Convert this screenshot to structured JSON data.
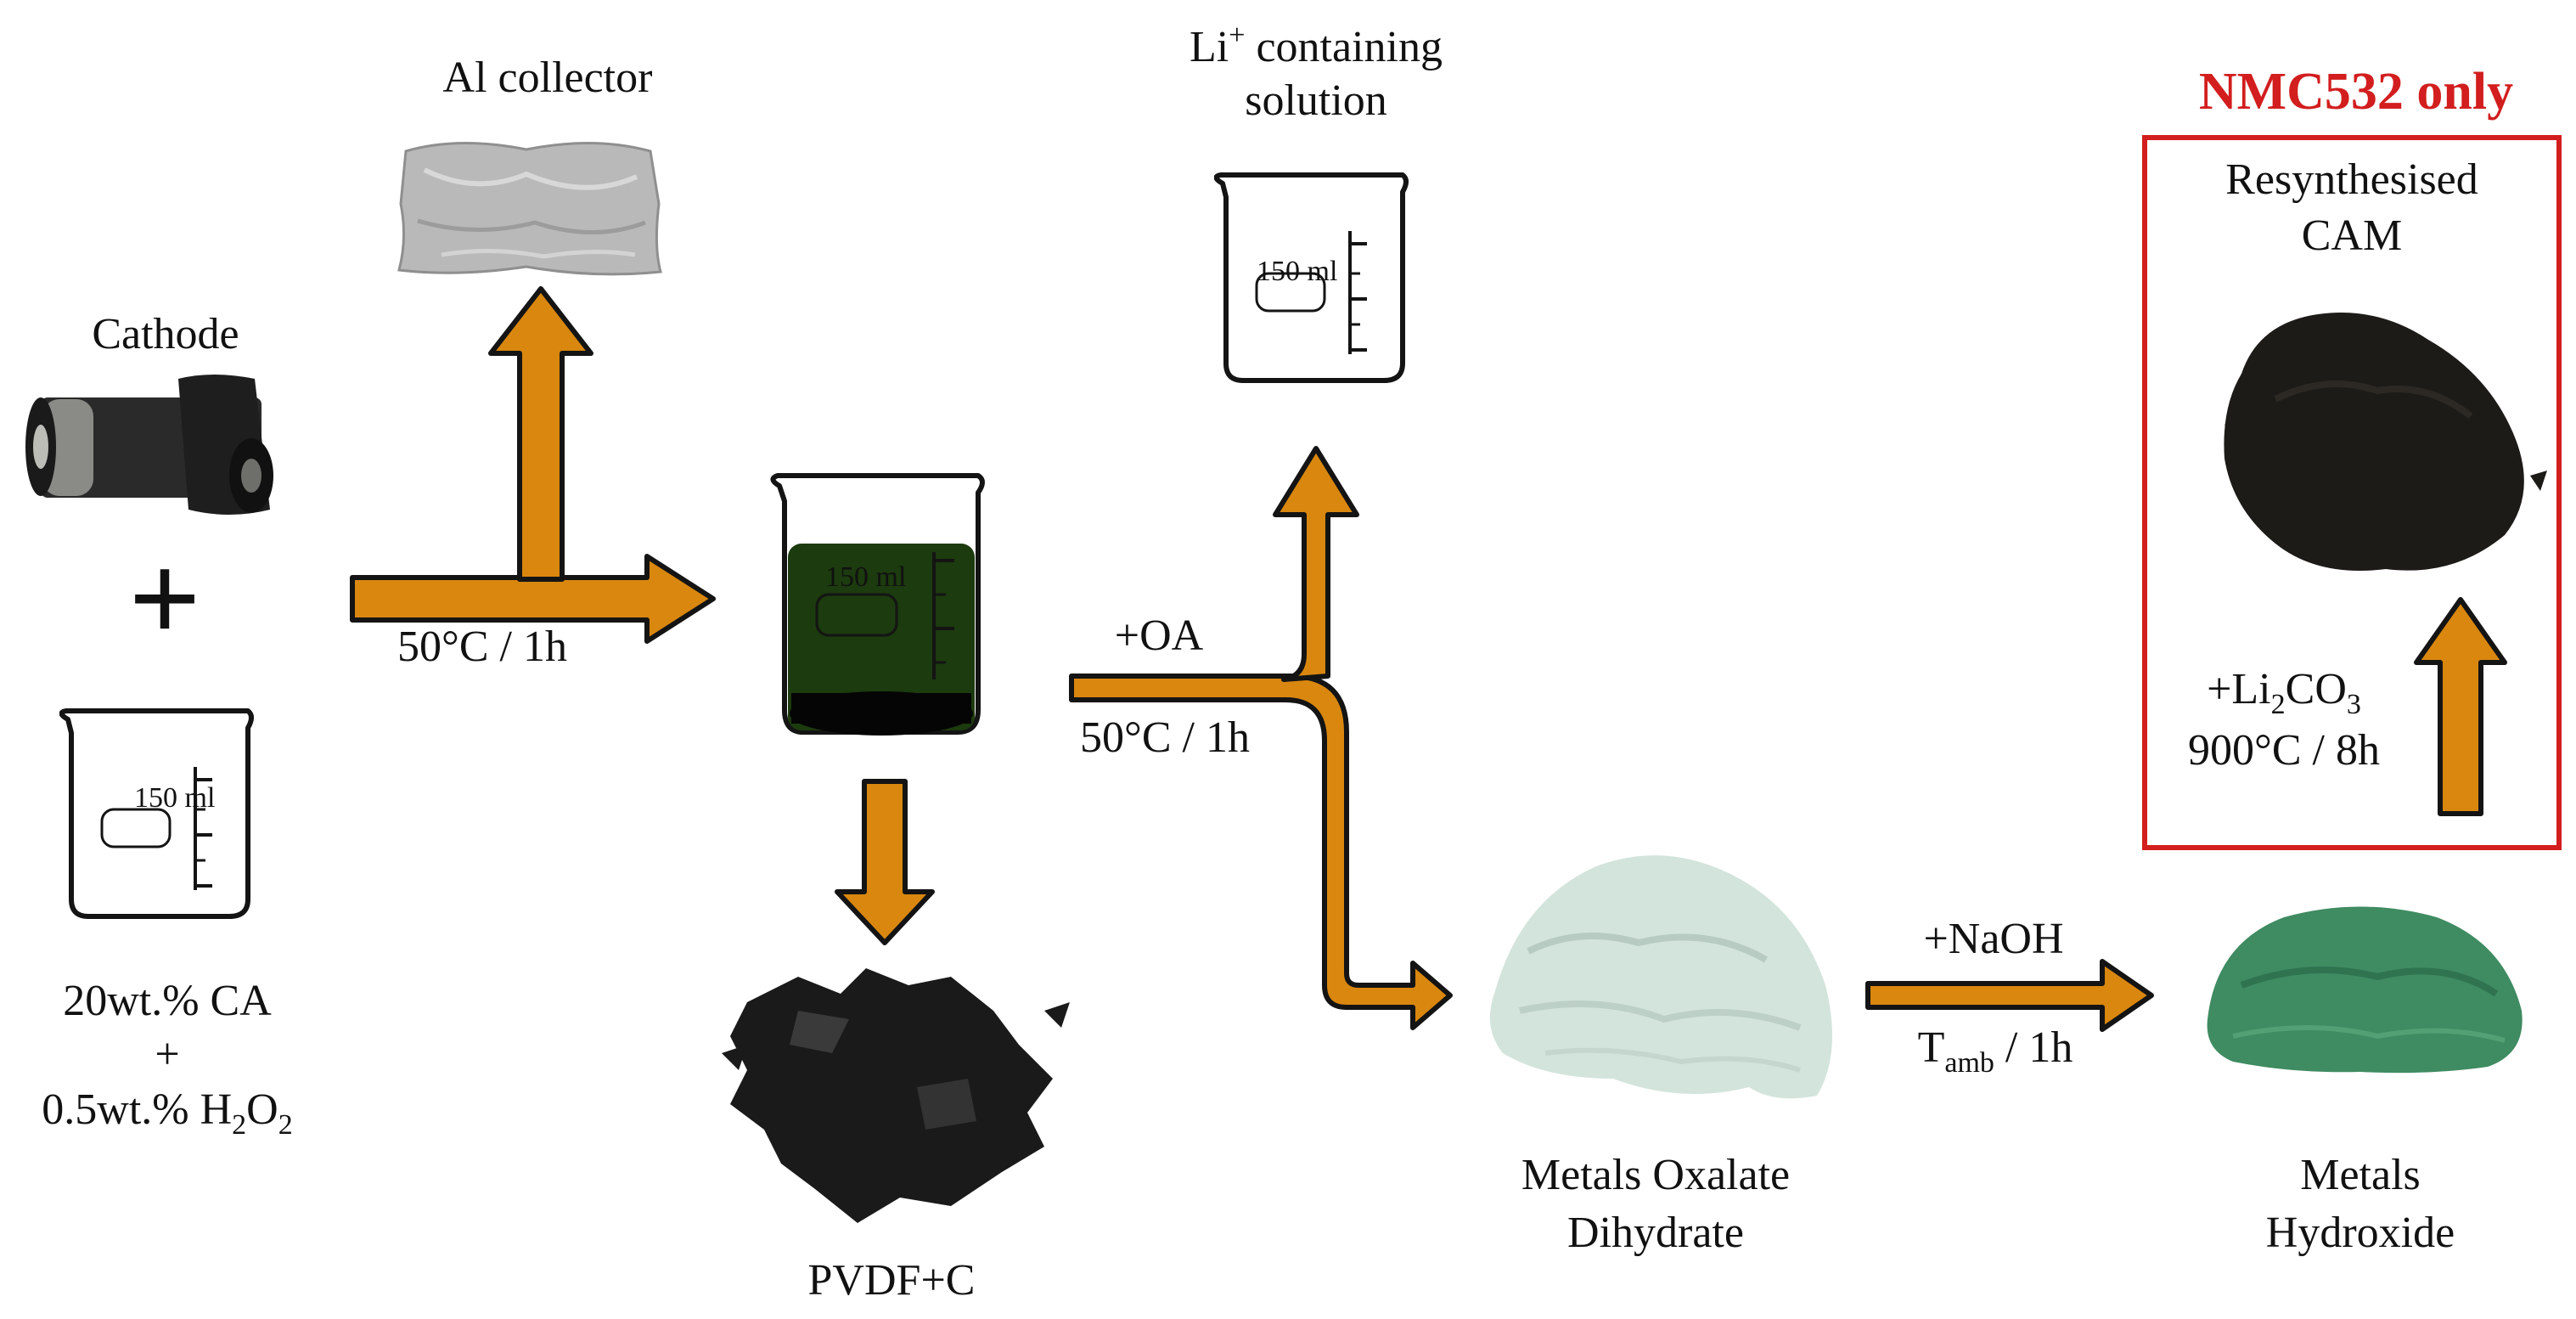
{
  "colors": {
    "arrow_fill": "#d9870f",
    "arrow_stroke": "#141414",
    "highlight": "#d21e1e",
    "beaker_liquid": "#1c3b0e",
    "oxalate_powder": "#d3e4dc",
    "hydroxide_powder": "#3f8b62",
    "cam_powder": "#1d1b18",
    "pvdf_powder": "#1a1a1a",
    "foil": "#b9b9b9"
  },
  "labels": {
    "cathode": "Cathode",
    "plus_sign": "+",
    "reagent_line1": "20wt.% CA",
    "reagent_plus": "+",
    "reagent_line2": "0.5wt.% H",
    "reagent_sub1": "2",
    "reagent_o": "O",
    "reagent_sub2": "2",
    "al_collector": "Al collector",
    "leach_condition": "50°C / 1h",
    "pvdf": "PVDF+C",
    "li": "Li",
    "li_sup": "+",
    "li_rest": " containing",
    "li_line2": "solution",
    "oa": "+OA",
    "oa_condition": "50°C / 1h",
    "oxalate_line1": "Metals Oxalate",
    "oxalate_line2": "Dihydrate",
    "naoh": "+NaOH",
    "t": "T",
    "t_sub": "amb",
    "t_rest": " / 1h",
    "hydroxide_line1": "Metals",
    "hydroxide_line2": "Hydroxide",
    "highlight_title": "NMC532 only",
    "cam_line1": "Resynthesised",
    "cam_line2": "CAM",
    "li2co3_a": "+Li",
    "li2co3_sub1": "2",
    "li2co3_b": "CO",
    "li2co3_sub2": "3",
    "sinter_condition": "900°C / 8h"
  },
  "beakers": {
    "volume_label": "150 ml"
  },
  "icons": {
    "cathode_roll": "cathode-roll-icon",
    "beaker": "beaker-icon",
    "foil": "aluminium-foil-icon",
    "powder": "powder-pile-icon"
  }
}
